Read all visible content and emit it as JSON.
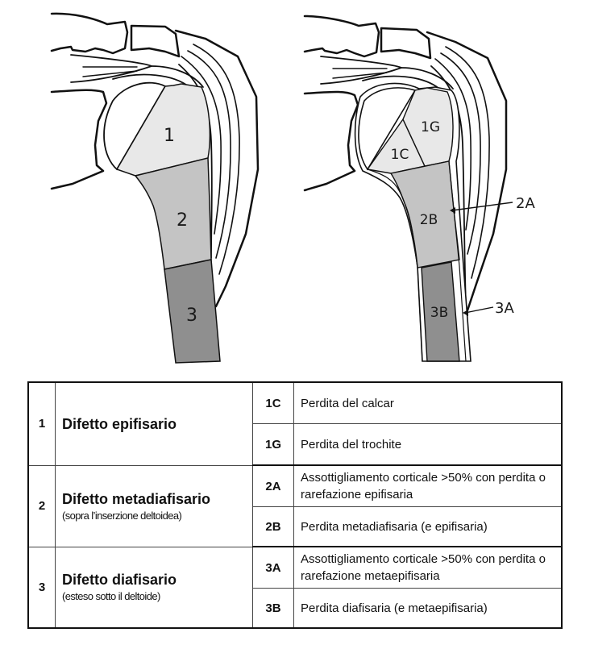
{
  "figure": {
    "left_diagram": {
      "zones": [
        {
          "id": "1",
          "label": "1",
          "fill": "#e8e8e8"
        },
        {
          "id": "2",
          "label": "2",
          "fill": "#c4c4c4"
        },
        {
          "id": "3",
          "label": "3",
          "fill": "#8f8f8f"
        }
      ]
    },
    "right_diagram": {
      "zones": [
        {
          "id": "1C",
          "label": "1C",
          "fill": "#e8e8e8"
        },
        {
          "id": "1G",
          "label": "1G",
          "fill": "#e8e8e8"
        },
        {
          "id": "2B",
          "label": "2B",
          "fill": "#c4c4c4"
        },
        {
          "id": "3B",
          "label": "3B",
          "fill": "#8f8f8f"
        }
      ],
      "callouts": [
        {
          "id": "2A",
          "label": "2A"
        },
        {
          "id": "3A",
          "label": "3A"
        }
      ]
    }
  },
  "table": {
    "groups": [
      {
        "number": "1",
        "title": "Difetto epifisario",
        "subtitle": "",
        "rows": [
          {
            "code": "1C",
            "description": "Perdita del calcar"
          },
          {
            "code": "1G",
            "description": "Perdita del trochite"
          }
        ]
      },
      {
        "number": "2",
        "title": "Difetto metadiafisario",
        "subtitle": "(sopra l’inserzione deltoidea)",
        "rows": [
          {
            "code": "2A",
            "description": "Assottigliamento corticale >50% con perdita o rarefazione epifisaria"
          },
          {
            "code": "2B",
            "description": "Perdita metadiafisaria (e epifisaria)"
          }
        ]
      },
      {
        "number": "3",
        "title": "Difetto diafisario",
        "subtitle": "(esteso sotto il deltoide)",
        "rows": [
          {
            "code": "3A",
            "description": "Assottigliamento corticale >50% con perdita o rarefazione metaepifisaria"
          },
          {
            "code": "3B",
            "description": "Perdita diafisaria (e metaepifisaria)"
          }
        ]
      }
    ]
  }
}
